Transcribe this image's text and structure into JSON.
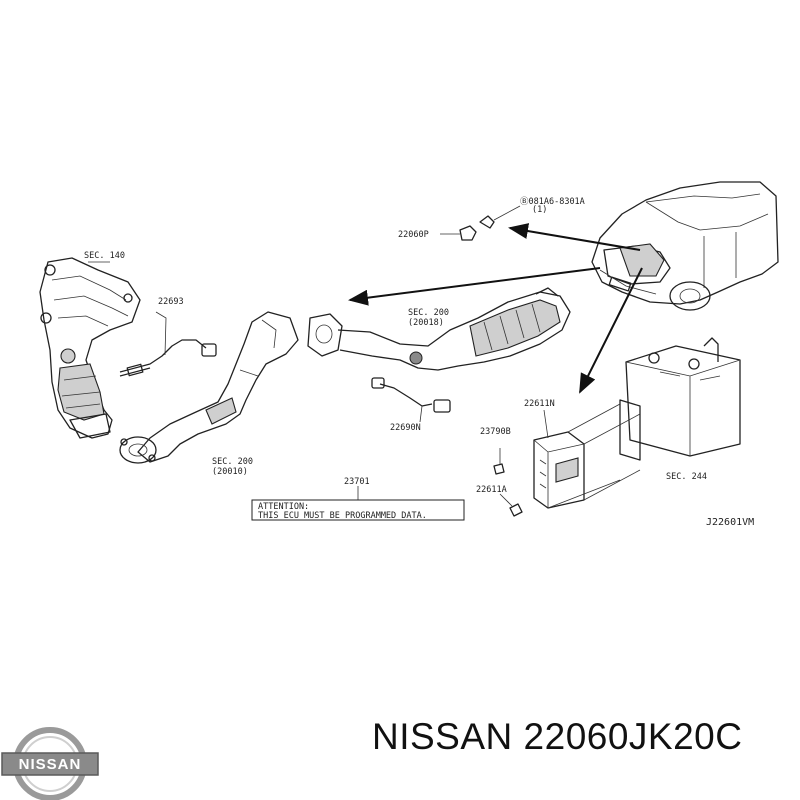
{
  "labels": {
    "sec140": "SEC. 140",
    "p22693": "22693",
    "sec200a": "SEC. 200",
    "sec200a_sub": "(20010)",
    "sec200b": "SEC. 200",
    "sec200b_sub": "(20018)",
    "p22690n": "22690N",
    "p22060p": "22060P",
    "bolt": "Ⓑ081A6-8301A",
    "bolt_qty": "(1)",
    "p22611n": "22611N",
    "p23790b": "23790B",
    "p22611a": "22611A",
    "p23701": "23701",
    "sec244": "SEC. 244",
    "diagram_code": "J22601VM"
  },
  "attention": {
    "line1": "ATTENTION:",
    "line2": "THIS ECU MUST BE PROGRAMMED DATA."
  },
  "brand": {
    "logo_text": "NISSAN",
    "title": "NISSAN 22060JK20C"
  }
}
